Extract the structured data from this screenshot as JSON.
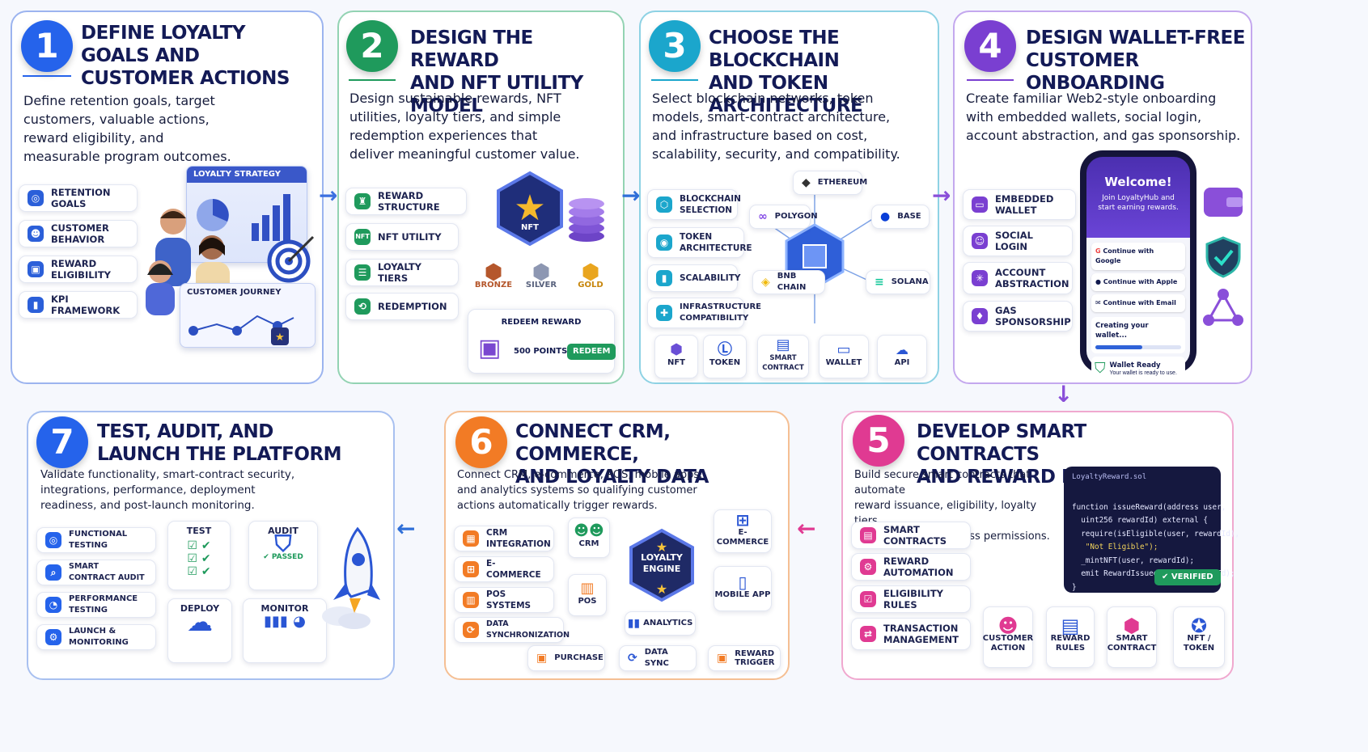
{
  "steps": [
    {
      "num": "1",
      "title": [
        "DEFINE LOYALTY",
        "GOALS AND",
        "CUSTOMER ACTIONS"
      ],
      "desc": [
        "Define retention goals, target",
        "customers, valuable actions,",
        "reward eligibility, and",
        "measurable program outcomes."
      ],
      "items": [
        "RETENTION GOALS",
        "CUSTOMER BEHAVIOR",
        "REWARD ELIGIBILITY",
        "KPI FRAMEWORK"
      ],
      "panel_a": "LOYALTY STRATEGY",
      "panel_b": "CUSTOMER JOURNEY"
    },
    {
      "num": "2",
      "title": [
        "DESIGN THE REWARD",
        "AND NFT UTILITY MODEL"
      ],
      "desc": [
        "Design sustainable rewards, NFT",
        "utilities, loyalty tiers, and simple",
        "redemption experiences that",
        "deliver meaningful customer value."
      ],
      "items": [
        "REWARD STRUCTURE",
        "NFT UTILITY",
        "LOYALTY TIERS",
        "REDEMPTION"
      ],
      "badge": "NFT",
      "tiers": [
        "BRONZE",
        "SILVER",
        "GOLD"
      ],
      "redeem_title": "REDEEM REWARD",
      "points": "500 POINTS",
      "redeem_btn": "REDEEM"
    },
    {
      "num": "3",
      "title": [
        "CHOOSE THE BLOCKCHAIN",
        "AND TOKEN ARCHITECTURE"
      ],
      "desc": [
        "Select blockchain networks, token",
        "models, smart-contract architecture,",
        "and infrastructure based on cost,",
        "scalability, security, and compatibility."
      ],
      "items": [
        "BLOCKCHAIN\nSELECTION",
        "TOKEN\nARCHITECTURE",
        "SCALABILITY",
        "INFRASTRUCTURE\nCOMPATIBILITY"
      ],
      "chains": [
        "ETHEREUM",
        "POLYGON",
        "BASE",
        "BNB CHAIN",
        "SOLANA"
      ],
      "bottom": [
        "NFT",
        "TOKEN",
        "SMART\nCONTRACT",
        "WALLET",
        "API"
      ]
    },
    {
      "num": "4",
      "title": [
        "DESIGN WALLET-FREE",
        "CUSTOMER ONBOARDING"
      ],
      "desc": [
        "Create familiar Web2-style onboarding",
        "with embedded wallets, social login,",
        "account abstraction, and gas sponsorship."
      ],
      "items": [
        "EMBEDDED WALLET",
        "SOCIAL LOGIN",
        "ACCOUNT\nABSTRACTION",
        "GAS SPONSORSHIP"
      ],
      "phone": {
        "welcome": "Welcome!",
        "sub": "Join LoyaltyHub and\nstart earning rewards.",
        "buttons": [
          "Continue with Google",
          "Continue with Apple",
          "Continue with Email"
        ],
        "creating": "Creating your wallet...",
        "ready": "Wallet Ready",
        "ready_sub": "Your wallet is ready to use."
      }
    },
    {
      "num": "5",
      "title": [
        "DEVELOP SMART CONTRACTS",
        "AND REWARD LOGIC"
      ],
      "desc": [
        "Build secure smart contracts that automate",
        "reward issuance, eligibility, loyalty tiers,",
        "redemption, and access permissions."
      ],
      "items": [
        "SMART CONTRACTS",
        "REWARD AUTOMATION",
        "ELIGIBILITY RULES",
        "TRANSACTION\nMANAGEMENT"
      ],
      "file": "LoyaltyReward.sol",
      "code": [
        "function issueReward(address user,",
        "  uint256 rewardId) external {",
        "  require(isEligible(user, rewardId),",
        "   \"Not Eligible\");",
        "  _mintNFT(user, rewardId);",
        "  emit RewardIssued(user, rewardId);",
        "}"
      ],
      "verified": "VERIFIED",
      "flow": [
        "CUSTOMER\nACTION",
        "REWARD\nRULES",
        "SMART\nCONTRACT",
        "NFT / TOKEN"
      ]
    },
    {
      "num": "6",
      "title": [
        "CONNECT CRM, COMMERCE,",
        "AND LOYALTY DATA"
      ],
      "desc": [
        "Connect CRM, e-commerce, POS, mobile apps,",
        "and analytics systems so qualifying customer",
        "actions automatically trigger rewards."
      ],
      "items": [
        "CRM INTEGRATION",
        "E-COMMERCE",
        "POS SYSTEMS",
        "DATA SYNCHRONIZATION"
      ],
      "engine": "LOYALTY\nENGINE",
      "nodes": [
        "CRM",
        "POS",
        "E-COMMERCE",
        "MOBILE APP",
        "ANALYTICS"
      ],
      "flow": [
        "PURCHASE",
        "DATA SYNC",
        "REWARD\nTRIGGER"
      ]
    },
    {
      "num": "7",
      "title": [
        "TEST, AUDIT, AND",
        "LAUNCH THE PLATFORM"
      ],
      "desc": [
        "Validate functionality, smart-contract security,",
        "integrations, performance, deployment",
        "readiness, and post-launch monitoring."
      ],
      "items": [
        "FUNCTIONAL TESTING",
        "SMART CONTRACT AUDIT",
        "PERFORMANCE TESTING",
        "LAUNCH & MONITORING"
      ],
      "boxes": [
        "TEST",
        "AUDIT",
        "DEPLOY",
        "MONITOR"
      ],
      "passed": "PASSED"
    }
  ],
  "colors": {
    "s1": "#3b6fe0",
    "s2": "#2ea36b",
    "s3": "#22a7c9",
    "s4": "#8a4fd9",
    "s5": "#e0439a",
    "s6": "#f2883a",
    "s7": "#3e78e6"
  }
}
